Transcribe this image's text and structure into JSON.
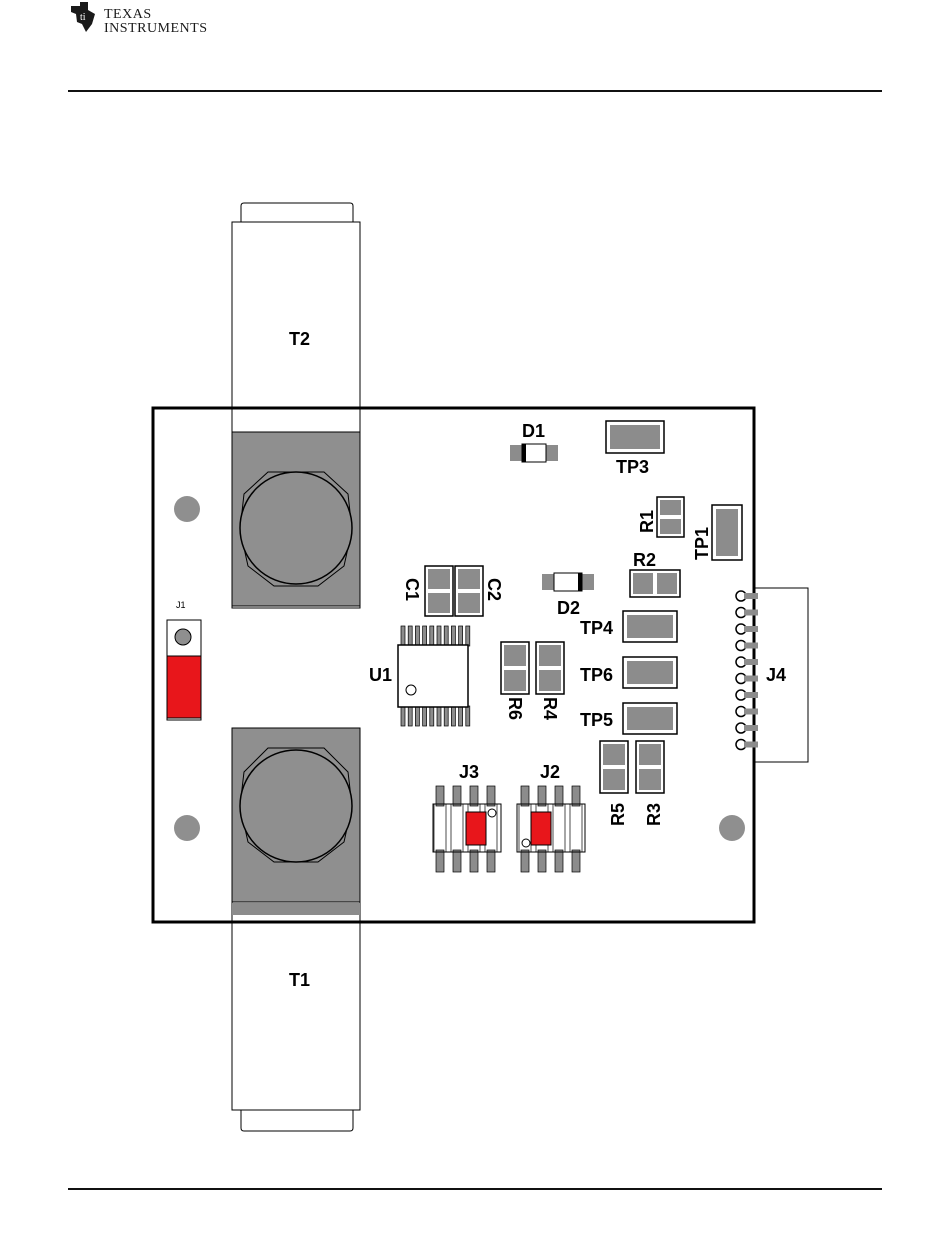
{
  "header": {
    "logo_line1": "TEXAS",
    "logo_line2": "INSTRUMENTS"
  },
  "colors": {
    "pad": "#8c8c8c",
    "outline": "#000000",
    "jumper_red": "#e8161b",
    "body_gray": "#8f8f8f"
  },
  "labels": {
    "t1": "T1",
    "t2": "T2",
    "d1": "D1",
    "d2": "D2",
    "tp1": "TP1",
    "tp3": "TP3",
    "tp4": "TP4",
    "tp5": "TP5",
    "tp6": "TP6",
    "r1": "R1",
    "r2": "R2",
    "r3": "R3",
    "r4": "R4",
    "r5": "R5",
    "r6": "R6",
    "c1": "C1",
    "c2": "C2",
    "u1": "U1",
    "j1": "J1",
    "j2": "J2",
    "j3": "J3",
    "j4": "J4"
  }
}
